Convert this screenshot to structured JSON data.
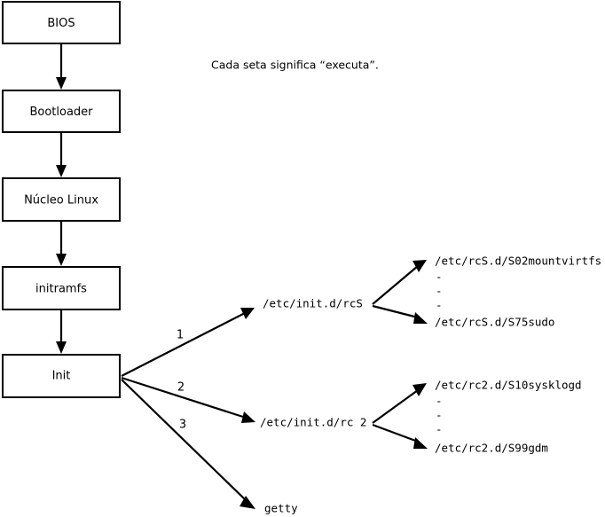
{
  "diagram": {
    "title": "Linux boot sequence diagram",
    "caption": "Cada seta significa “executa”.",
    "colors": {
      "background": "#ffffff",
      "stroke": "#000000",
      "box_fill": "#ffffff",
      "text": "#000000"
    },
    "chain": [
      {
        "id": "bios",
        "label": "BIOS"
      },
      {
        "id": "bootloader",
        "label": "Bootloader"
      },
      {
        "id": "kernel",
        "label": "Núcleo Linux"
      },
      {
        "id": "initramfs",
        "label": "initramfs"
      },
      {
        "id": "init",
        "label": "Init"
      }
    ],
    "branches": [
      {
        "id": "branch-1",
        "number": "1",
        "label": "/etc/init.d/rcS"
      },
      {
        "id": "branch-2",
        "number": "2",
        "label": "/etc/init.d/rc 2"
      },
      {
        "id": "branch-3",
        "number": "3",
        "label": "getty"
      }
    ],
    "rcs_scripts": {
      "first": "/etc/rcS.d/S02mountvirtfs",
      "last": "/etc/rcS.d/S75sudo",
      "ellipsis": [
        "-",
        "-",
        "-"
      ]
    },
    "rc2_scripts": {
      "first": "/etc/rc2.d/S10sysklogd",
      "last": "/etc/rc2.d/S99gdm",
      "ellipsis": [
        "-",
        "-",
        "-"
      ]
    }
  }
}
